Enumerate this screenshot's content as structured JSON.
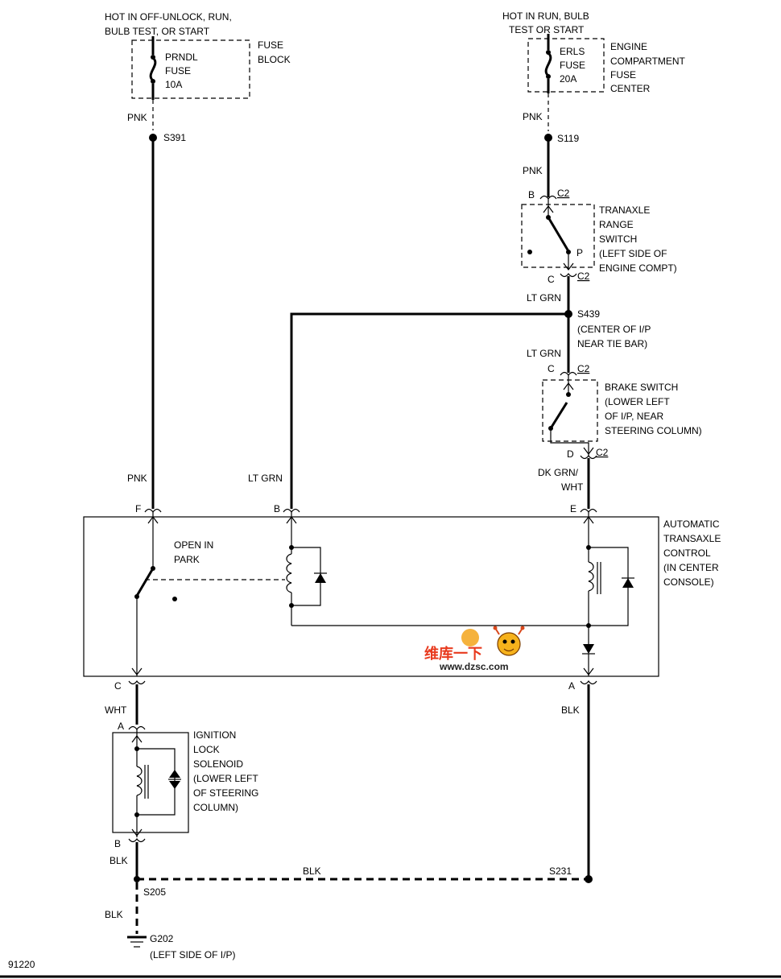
{
  "labels": {
    "prndl_hot": [
      "HOT IN OFF-UNLOCK, RUN,",
      "BULB TEST, OR START"
    ],
    "prndl_fuse": [
      "PRNDL",
      "FUSE",
      "10A"
    ],
    "fuse_block": [
      "FUSE",
      "BLOCK"
    ],
    "erls_hot": [
      "HOT IN RUN, BULB",
      "TEST OR START"
    ],
    "erls_fuse": [
      "ERLS",
      "FUSE",
      "20A"
    ],
    "engine_fuse_center": [
      "ENGINE",
      "COMPARTMENT",
      "FUSE",
      "CENTER"
    ],
    "pnk": "PNK",
    "s391": "S391",
    "s119": "S119",
    "pin_b": "B",
    "pin_c": "C",
    "pin_d": "D",
    "pin_e": "E",
    "pin_f": "F",
    "pin_a": "A",
    "pin_p": "P",
    "c2": "C2",
    "tranaxle_switch": [
      "TRANAXLE",
      "RANGE",
      "SWITCH",
      "(LEFT SIDE OF",
      "ENGINE COMPT)"
    ],
    "lt_grn": "LT GRN",
    "s439": "S439",
    "s439_loc": [
      "(CENTER OF I/P",
      "NEAR TIE BAR)"
    ],
    "brake_switch": [
      "BRAKE SWITCH",
      "(LOWER LEFT",
      "OF I/P, NEAR",
      "STEERING COLUMN)"
    ],
    "dk_grn_wht": [
      "DK GRN/",
      "WHT"
    ],
    "open_in_park": [
      "OPEN IN",
      "PARK"
    ],
    "atc": [
      "AUTOMATIC",
      "TRANSAXLE",
      "CONTROL",
      "(IN CENTER",
      "CONSOLE)"
    ],
    "wht": "WHT",
    "blk": "BLK",
    "ignition_solenoid": [
      "IGNITION",
      "LOCK",
      "SOLENOID",
      "(LOWER LEFT",
      "OF STEERING",
      "COLUMN)"
    ],
    "s205": "S205",
    "s231": "S231",
    "g202": "G202",
    "g202_loc": "(LEFT SIDE OF I/P)",
    "figure_id": "91220"
  },
  "watermark": {
    "line1": "维库一下",
    "line2": "www.dzsc.com",
    "color": "#e83a1e"
  }
}
